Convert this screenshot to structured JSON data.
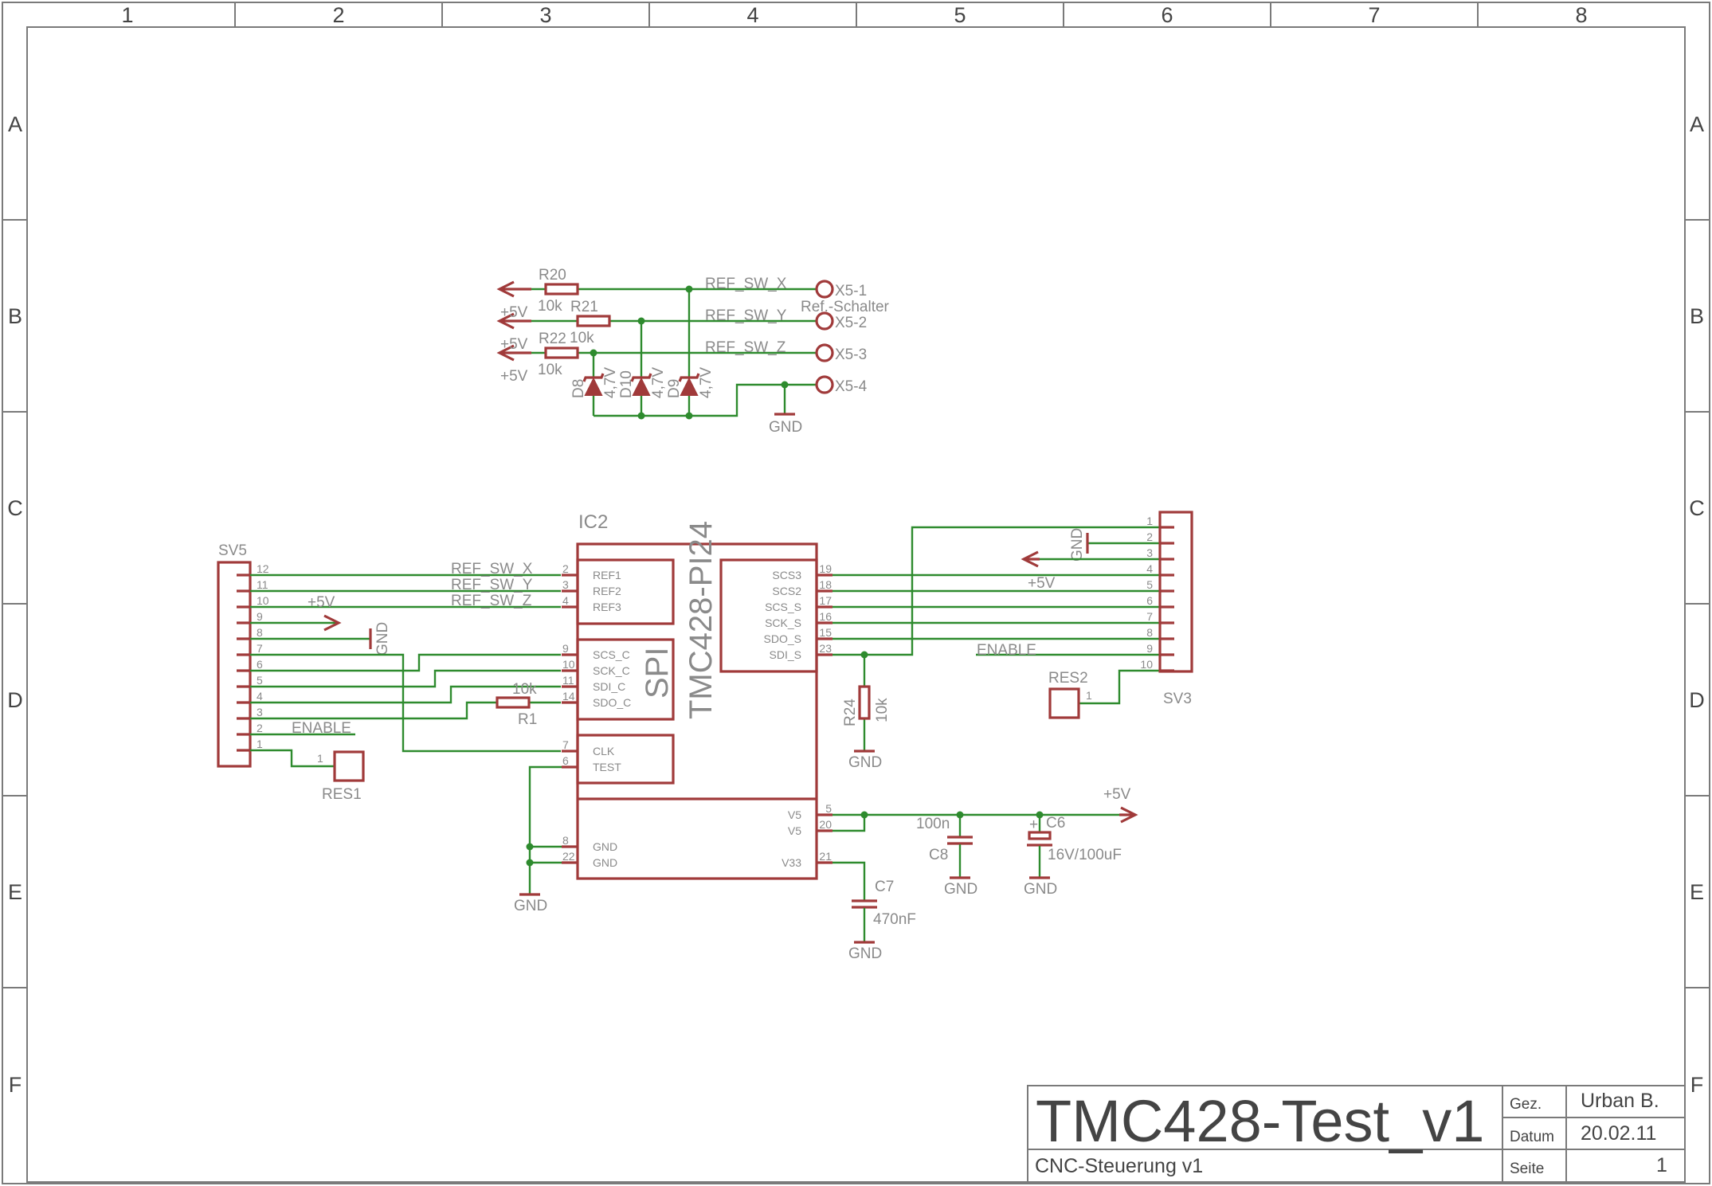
{
  "frame": {
    "columns": [
      "1",
      "2",
      "3",
      "4",
      "5",
      "6",
      "7",
      "8"
    ],
    "rows": [
      "A",
      "B",
      "C",
      "D",
      "E",
      "F"
    ]
  },
  "ref_switch_block": {
    "resistors": [
      {
        "name": "R20",
        "value": "10k"
      },
      {
        "name": "R21",
        "value": "10k"
      },
      {
        "name": "R22",
        "value": "10k"
      }
    ],
    "supply": "+5V",
    "nets": [
      "REF_SW_X",
      "REF_SW_Y",
      "REF_SW_Z"
    ],
    "connector_pins": [
      "X5-1",
      "X5-2",
      "X5-3",
      "X5-4"
    ],
    "connector_value": "Ref.-Schalter",
    "diodes": [
      {
        "name": "D8",
        "value": "4,7V"
      },
      {
        "name": "D10",
        "value": "4,7V"
      },
      {
        "name": "D9",
        "value": "4,7V"
      }
    ],
    "gnd": "GND"
  },
  "ic2": {
    "name": "IC2",
    "part": "TMC428-PI24",
    "spi_label": "SPI",
    "left_pins": [
      {
        "num": "2",
        "name": "REF1"
      },
      {
        "num": "3",
        "name": "REF2"
      },
      {
        "num": "4",
        "name": "REF3"
      },
      {
        "num": "9",
        "name": "SCS_C"
      },
      {
        "num": "10",
        "name": "SCK_C"
      },
      {
        "num": "11",
        "name": "SDI_C"
      },
      {
        "num": "14",
        "name": "SDO_C"
      },
      {
        "num": "7",
        "name": "CLK"
      },
      {
        "num": "6",
        "name": "TEST"
      },
      {
        "num": "8",
        "name": "GND"
      },
      {
        "num": "22",
        "name": "GND"
      }
    ],
    "right_pins": [
      {
        "num": "19",
        "name": "SCS3"
      },
      {
        "num": "18",
        "name": "SCS2"
      },
      {
        "num": "17",
        "name": "SCS_S"
      },
      {
        "num": "16",
        "name": "SCK_S"
      },
      {
        "num": "15",
        "name": "SDO_S"
      },
      {
        "num": "23",
        "name": "SDI_S"
      },
      {
        "num": "5",
        "name": "V5"
      },
      {
        "num": "20",
        "name": "V5"
      },
      {
        "num": "21",
        "name": "V33"
      }
    ]
  },
  "sv5": {
    "name": "SV5",
    "pins": [
      "12",
      "11",
      "10",
      "9",
      "8",
      "7",
      "6",
      "5",
      "4",
      "3",
      "2",
      "1"
    ],
    "nets": [
      "REF_SW_X",
      "REF_SW_Y",
      "REF_SW_Z"
    ],
    "supply": "+5V",
    "gnd": "GND",
    "enable": "ENABLE"
  },
  "sv3": {
    "name": "SV3",
    "pins": [
      "1",
      "2",
      "3",
      "4",
      "5",
      "6",
      "7",
      "8",
      "9",
      "10"
    ],
    "gnd": "GND",
    "supply": "+5V",
    "enable": "ENABLE"
  },
  "passives": {
    "r1": {
      "name": "R1",
      "value": "10k"
    },
    "r24": {
      "name": "R24",
      "value": "10k"
    },
    "res1": {
      "name": "RES1",
      "pin": "1"
    },
    "res2": {
      "name": "RES2",
      "pin": "1"
    },
    "c7": {
      "name": "C7",
      "value": "470nF"
    },
    "c8": {
      "name": "C8",
      "value": "100n"
    },
    "c6": {
      "name": "C6",
      "value": "16V/100uF",
      "polarity": "+"
    },
    "supply": "+5V",
    "gnd": "GND"
  },
  "title_block": {
    "title": "TMC428-Test_v1",
    "subtitle": "CNC-Steuerung v1",
    "gez_label": "Gez.",
    "gez_value": "Urban B.",
    "datum_label": "Datum",
    "datum_value": "20.02.11",
    "seite_label": "Seite",
    "seite_value": "1"
  },
  "colors": {
    "wire": "#2e8b2e",
    "part": "#a03a3a",
    "text": "#8a8a8a",
    "frame": "#7a7a7a"
  }
}
